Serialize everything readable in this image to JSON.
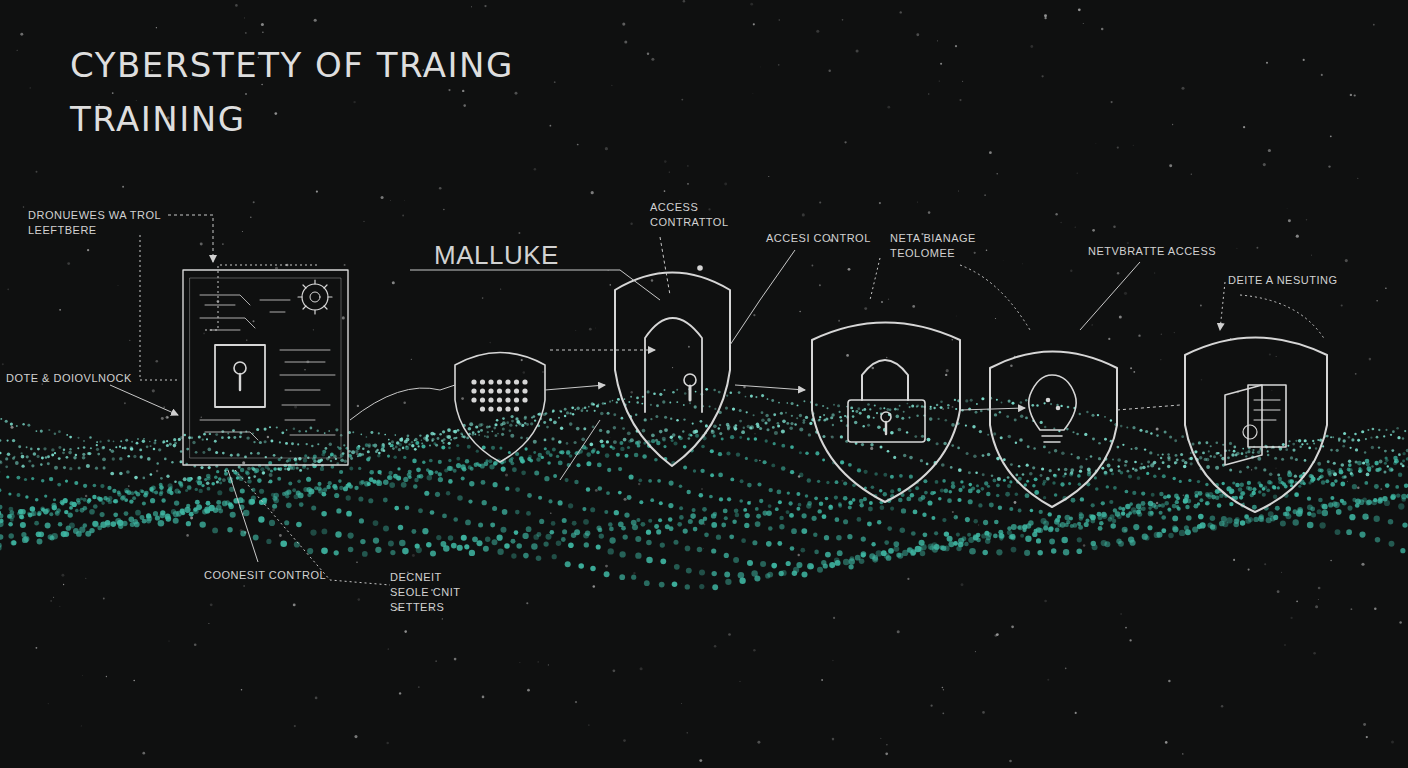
{
  "diagram": {
    "title": "CYBERSTETY OF TRAING TRAINING",
    "labels": [
      "DRONUEWES WA TROL LEEFTBERE",
      "DOTE & DOIOVLNOCK",
      "COONESIT CONTROL",
      "DECNEIT SEOLE CNIT SETTERS",
      "MALLUKE",
      "ACCESS CONTRATTOL",
      "ACCESI CONTROL",
      "NETA BIANAGE TEOLOMEE",
      "NETVBRATTE ACCESS",
      "DEITE A NESUTING"
    ]
  }
}
